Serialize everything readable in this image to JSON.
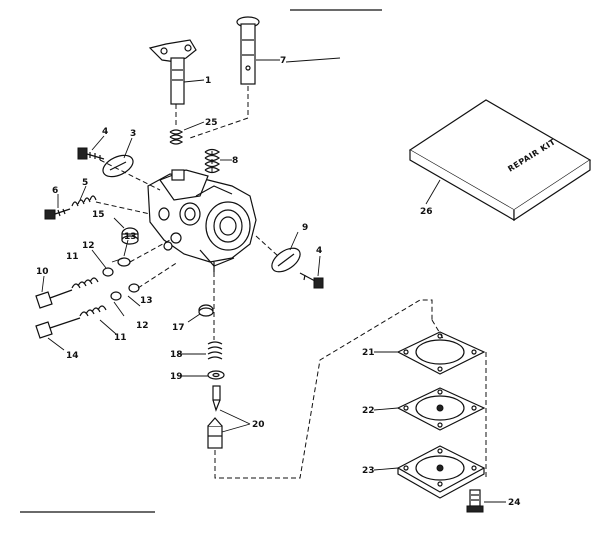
{
  "parts": {
    "p1": "1",
    "p3": "3",
    "p4a": "4",
    "p4b": "4",
    "p5": "5",
    "p6": "6",
    "p7": "7",
    "p8": "8",
    "p9": "9",
    "p10": "10",
    "p11a": "11",
    "p11b": "11",
    "p12a": "12",
    "p12b": "12",
    "p13a": "13",
    "p13b": "13",
    "p14": "14",
    "p15": "15",
    "p17": "17",
    "p18": "18",
    "p19": "19",
    "p20": "20",
    "p21": "21",
    "p22": "22",
    "p23": "23",
    "p24": "24",
    "p25": "25",
    "p26": "26"
  },
  "repair_kit": {
    "label": "REPAIR KIT"
  }
}
